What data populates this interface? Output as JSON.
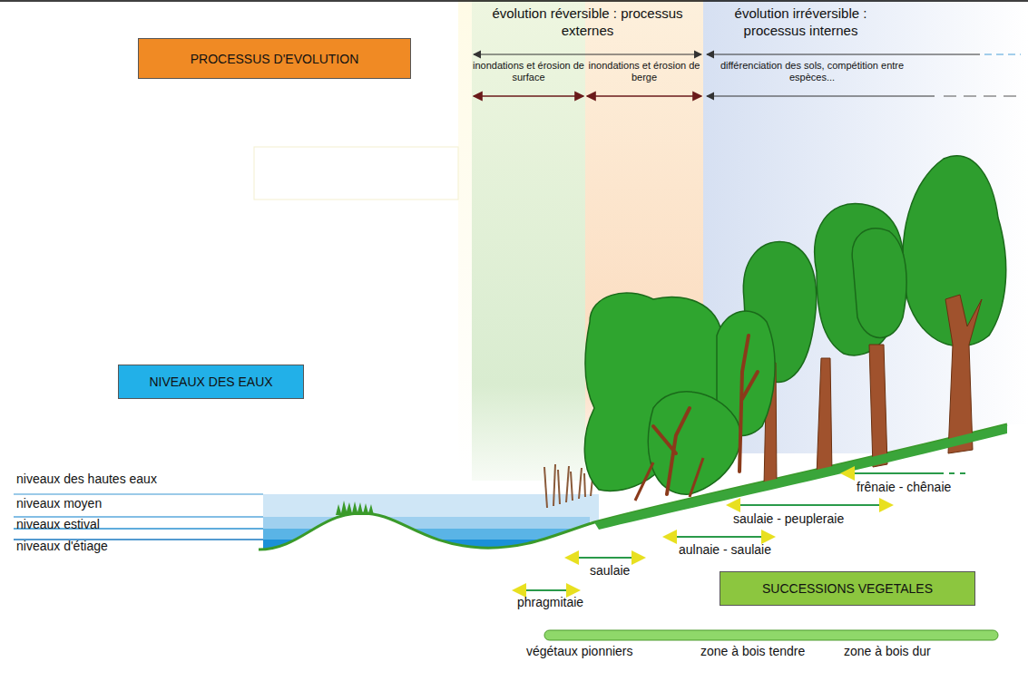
{
  "diagram": {
    "nodes": [
      {
        "text": [
          "PROCESSUS D'EVOLUTION"
        ]
      },
      {
        "text": [
          "NIVEAUX DES EAUX"
        ]
      },
      {
        "text": [
          "SUCCESSIONS VEGETALES"
        ]
      },
      {
        "text": [
          "inondations et érosion de surface"
        ]
      },
      {
        "text": [
          "inondations et érosion de berge"
        ]
      },
      {
        "text": [
          "différenciation des sols, compétition entre espèces..."
        ]
      }
    ],
    "labels": [
      "évolution réversible : processus externes",
      "évolution irréversible : processus internes",
      "niveaux des hautes eaux",
      "niveaux moyen",
      "niveaux estival",
      "niveaux d'étiage",
      "frênaie - chênaie",
      "saulaie - peupleraie",
      "aulnaie - saulaie",
      "saulaie",
      "phragmitaie",
      "végétaux pionniers",
      "zone à bois tendre",
      "zone à bois dur"
    ]
  }
}
